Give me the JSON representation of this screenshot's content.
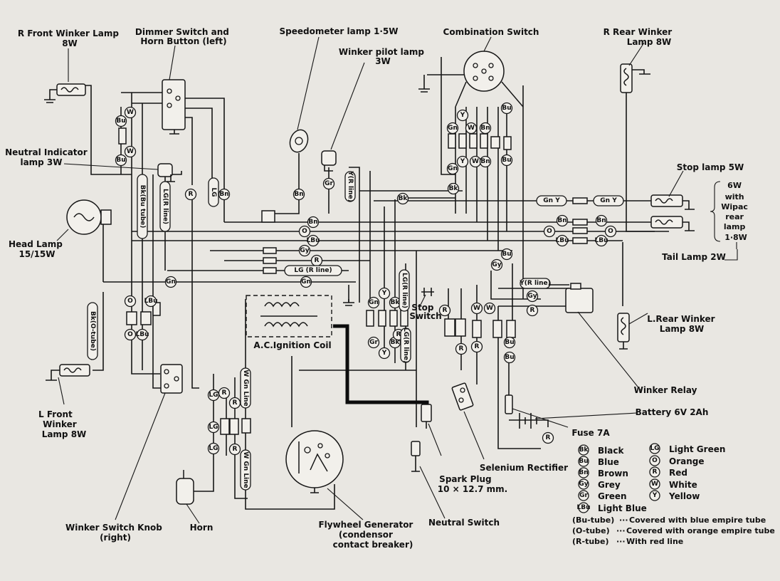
{
  "components": {
    "r_front_winker": {
      "label_lines": [
        "R Front Winker Lamp",
        "8W"
      ]
    },
    "dimmer_switch": {
      "label_lines": [
        "Dimmer Switch and",
        "Horn Button (left)"
      ]
    },
    "speedometer_lamp": {
      "label_lines": [
        "Speedometer lamp 1·5W"
      ]
    },
    "winker_pilot_lamp": {
      "label_lines": [
        "Winker pilot lamp",
        "3W"
      ]
    },
    "combination_switch": {
      "label_lines": [
        "Combination Switch"
      ]
    },
    "r_rear_winker": {
      "label_lines": [
        "R Rear Winker",
        "Lamp 8W"
      ]
    },
    "neutral_indicator": {
      "label_lines": [
        "Neutral Indicator",
        "lamp 3W"
      ]
    },
    "head_lamp": {
      "label_lines": [
        "Head Lamp",
        "15/15W"
      ]
    },
    "stop_lamp": {
      "label_lines": [
        "Stop lamp 5W"
      ]
    },
    "wipac_lamp": {
      "label_lines": [
        "6W",
        "with",
        "Wipac",
        "rear",
        "lamp",
        "1·8W"
      ]
    },
    "tail_lamp": {
      "label_lines": [
        "Tail Lamp 2W"
      ]
    },
    "ignition_coil": {
      "label_lines": [
        "A.C.Ignition Coil"
      ]
    },
    "stop_switch": {
      "label_lines": [
        "Stop",
        "Switch"
      ]
    },
    "l_rear_winker": {
      "label_lines": [
        "L.Rear Winker",
        "Lamp 8W"
      ]
    },
    "l_front_winker": {
      "label_lines": [
        "L Front",
        "Winker",
        "Lamp 8W"
      ]
    },
    "winker_relay": {
      "label_lines": [
        "Winker Relay"
      ]
    },
    "battery": {
      "label_lines": [
        "Battery 6V 2Ah"
      ]
    },
    "fuse": {
      "label_lines": [
        "Fuse 7A"
      ]
    },
    "selenium_rectifier": {
      "label_lines": [
        "Selenium Rectifier"
      ]
    },
    "spark_plug": {
      "label_lines": [
        "Spark Plug",
        "10 × 12.7 mm."
      ]
    },
    "neutral_switch": {
      "label_lines": [
        "Neutral Switch"
      ]
    },
    "flywheel_generator": {
      "label_lines": [
        "Flywheel Generator",
        "(condensor",
        "contact breaker)"
      ]
    },
    "horn": {
      "label_lines": [
        "Horn"
      ]
    },
    "winker_switch_knob": {
      "label_lines": [
        "Winker Switch Knob",
        "(right)"
      ]
    }
  },
  "legend": {
    "colors_left": [
      {
        "code": "Bk",
        "name": "Black"
      },
      {
        "code": "Bu",
        "name": "Blue"
      },
      {
        "code": "Bn",
        "name": "Brown"
      },
      {
        "code": "Gy",
        "name": "Grey"
      },
      {
        "code": "Gr",
        "name": "Green"
      },
      {
        "code": "LBu",
        "name": "Light Blue"
      }
    ],
    "colors_right": [
      {
        "code": "LG",
        "name": "Light Green"
      },
      {
        "code": "O",
        "name": "Orange"
      },
      {
        "code": "R",
        "name": "Red"
      },
      {
        "code": "W",
        "name": "White"
      },
      {
        "code": "Y",
        "name": "Yellow"
      }
    ],
    "tubes": [
      {
        "code": "(Bu-tube)",
        "desc": "Covered with blue empire tube"
      },
      {
        "code": "(O-tube)",
        "desc": "Covered with orange empire tube"
      },
      {
        "code": "(R-tube)",
        "desc": "With red line"
      }
    ]
  },
  "wire_codes": [
    {
      "t": "W"
    },
    {
      "t": "Bu"
    },
    {
      "t": "W"
    },
    {
      "t": "Bu"
    },
    {
      "t": "R"
    },
    {
      "t": "Bn"
    },
    {
      "t": "Bn"
    },
    {
      "t": "Gr"
    },
    {
      "t": "Y"
    },
    {
      "t": "Gn"
    },
    {
      "t": "W"
    },
    {
      "t": "Bn"
    },
    {
      "t": "Bu"
    },
    {
      "t": "Gn"
    },
    {
      "t": "Y"
    },
    {
      "t": "W"
    },
    {
      "t": "Bn"
    },
    {
      "t": "Bu"
    },
    {
      "t": "Bk"
    },
    {
      "t": "Bk"
    },
    {
      "t": "Bn"
    },
    {
      "t": "O"
    },
    {
      "t": "LBu"
    },
    {
      "t": "Gy"
    },
    {
      "t": "R"
    },
    {
      "t": "Gn"
    },
    {
      "t": "Gn"
    },
    {
      "t": "Bn"
    },
    {
      "t": "Bn"
    },
    {
      "t": "O"
    },
    {
      "t": "O"
    },
    {
      "t": "LBu"
    },
    {
      "t": "LBu"
    },
    {
      "t": "Bu"
    },
    {
      "t": "Gy"
    },
    {
      "t": "Gy"
    },
    {
      "t": "R"
    },
    {
      "t": "O"
    },
    {
      "t": "LBu"
    },
    {
      "t": "O"
    },
    {
      "t": "LBu"
    },
    {
      "t": "Y"
    },
    {
      "t": "Gn"
    },
    {
      "t": "Bk"
    },
    {
      "t": "Gr"
    },
    {
      "t": "Y"
    },
    {
      "t": "Bk"
    },
    {
      "t": "R"
    },
    {
      "t": "R"
    },
    {
      "t": "W"
    },
    {
      "t": "R"
    },
    {
      "t": "W"
    },
    {
      "t": "Bu"
    },
    {
      "t": "Bu"
    },
    {
      "t": "R"
    },
    {
      "t": "R"
    },
    {
      "t": "R"
    },
    {
      "t": "LG"
    },
    {
      "t": "LG"
    },
    {
      "t": "LG"
    },
    {
      "t": "R"
    },
    {
      "t": "R"
    }
  ],
  "wire_tags": [
    {
      "t": "Bk(Bu tube)"
    },
    {
      "t": "LG(R line)"
    },
    {
      "t": "LG"
    },
    {
      "t": "Y(R line)"
    },
    {
      "t": "Gn Y"
    },
    {
      "t": "Gn Y"
    },
    {
      "t": "LG (R line)"
    },
    {
      "t": "Y(R line)"
    },
    {
      "t": "Bk(O-tube)"
    },
    {
      "t": "LG(R line)"
    },
    {
      "t": "LG(R line)"
    },
    {
      "t": "W Gn Line"
    },
    {
      "t": "W Gn Line"
    }
  ]
}
